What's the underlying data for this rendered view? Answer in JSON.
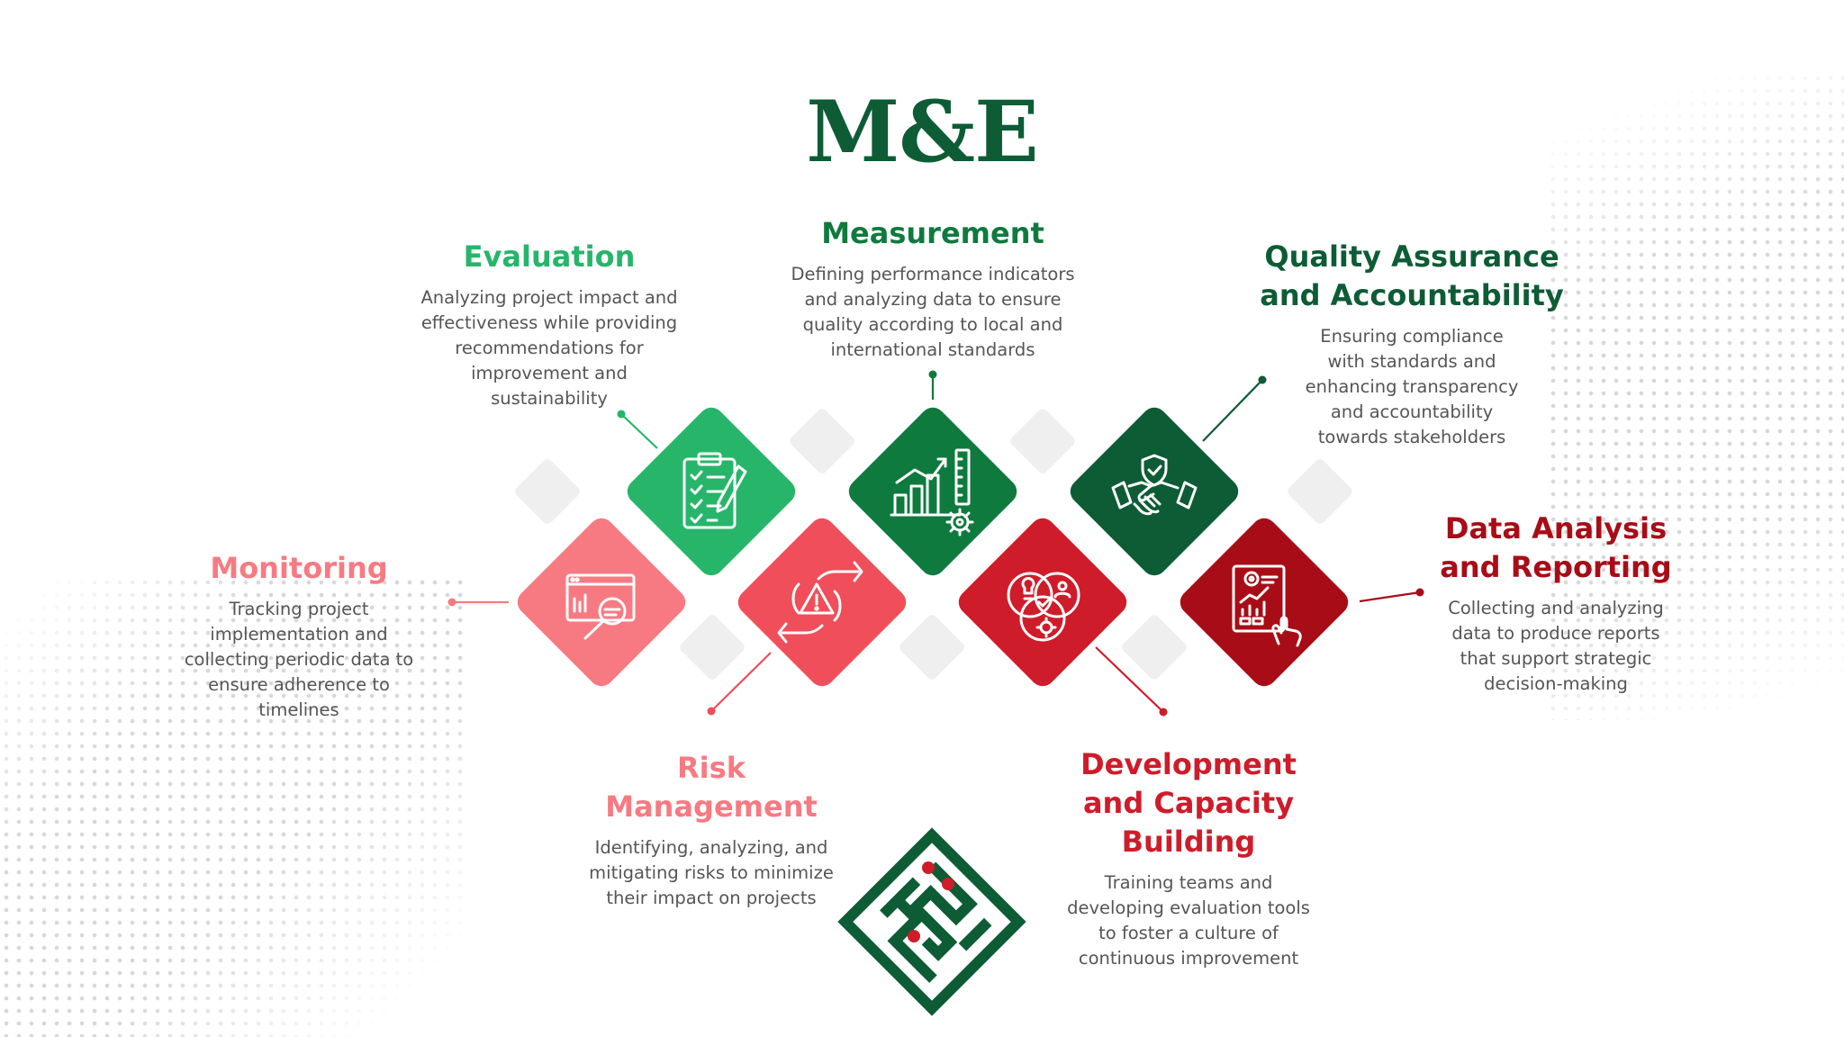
{
  "title": "M&E",
  "colors": {
    "dark_green": "#0d5c35",
    "green": "#0f7a3e",
    "light_green": "#27b56a",
    "pink": "#f77a82",
    "coral": "#f04e5a",
    "red": "#cf1c2a",
    "dark_red": "#a80d17",
    "placeholder": "#efefef"
  },
  "components": [
    {
      "key": "evaluation",
      "title": "Evaluation",
      "desc": "Analyzing project impact and effectiveness while providing recommendations for improvement and sustainability",
      "color": "#27b56a",
      "icon": "clipboard-checklist-icon"
    },
    {
      "key": "measurement",
      "title": "Measurement",
      "desc": "Defining performance indicators and analyzing data to ensure quality according to local and international standards",
      "color": "#0f7a3e",
      "icon": "growth-chart-gear-icon"
    },
    {
      "key": "quality",
      "title": "Quality Assurance and Accountability",
      "desc": "Ensuring compliance with standards and enhancing transparency and accountability towards stakeholders",
      "color": "#0d5c35",
      "icon": "handshake-shield-icon"
    },
    {
      "key": "monitoring",
      "title": "Monitoring",
      "desc": "Tracking project implementation and collecting periodic data to ensure adherence to timelines",
      "color": "#f77a82",
      "icon": "dashboard-magnifier-icon"
    },
    {
      "key": "risk",
      "title": "Risk Management",
      "desc": "Identifying, analyzing, and mitigating risks to minimize their impact on projects",
      "color": "#f04e5a",
      "icon": "hands-warning-icon"
    },
    {
      "key": "development",
      "title": "Development and Capacity Building",
      "desc": "Training teams and developing evaluation tools to foster a culture of continuous improvement",
      "color": "#cf1c2a",
      "icon": "venn-ideas-icon"
    },
    {
      "key": "data",
      "title": "Data Analysis and Reporting",
      "desc": "Collecting and analyzing data to produce reports that support strategic decision-making",
      "color": "#a80d17",
      "icon": "report-touch-icon"
    }
  ],
  "logo": {
    "icon": "kufic-calligraphy-logo-icon",
    "color": "#0d5c35",
    "dot_color": "#cf1c2a"
  }
}
